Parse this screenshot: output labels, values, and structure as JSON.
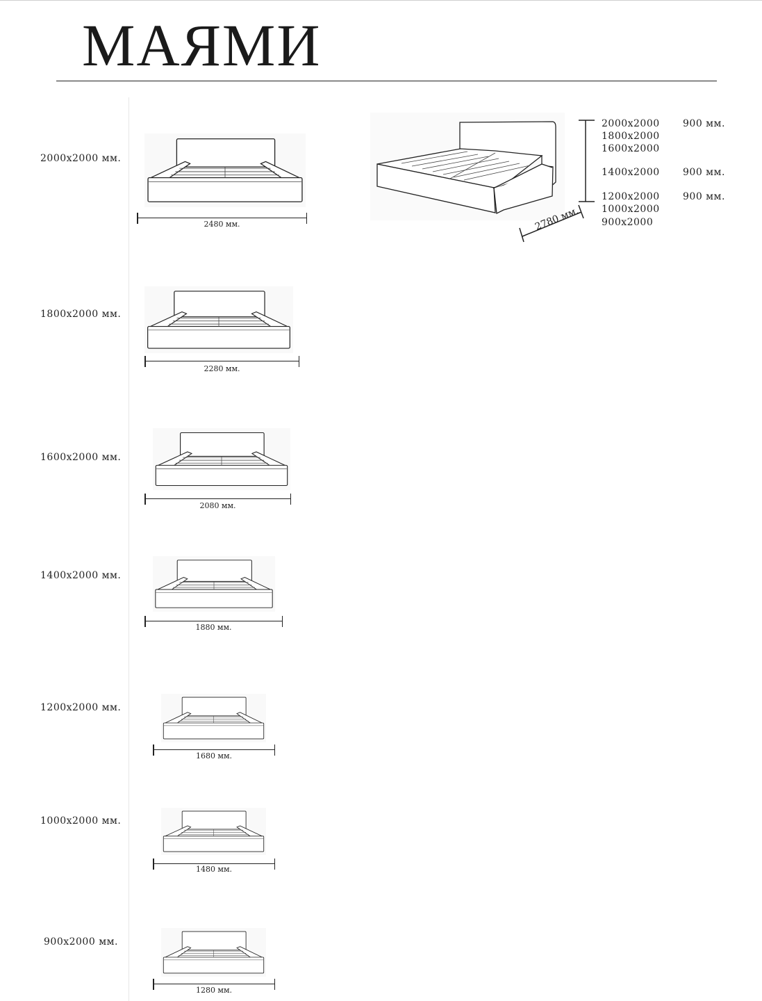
{
  "title": "МАЯМИ",
  "sizes": [
    {
      "label": "2000x2000 мм.",
      "width": "2480 мм."
    },
    {
      "label": "1800x2000 мм.",
      "width": "2280 мм."
    },
    {
      "label": "1600x2000 мм.",
      "width": "2080 мм."
    },
    {
      "label": "1400x2000 мм.",
      "width": "1880 мм."
    },
    {
      "label": "1200x2000 мм.",
      "width": "1680 мм."
    },
    {
      "label": "1000x2000 мм.",
      "width": "1480 мм."
    },
    {
      "label": "900x2000 мм.",
      "width": "1280 мм."
    }
  ],
  "perspective": {
    "length": "2780 мм.",
    "heights": [
      {
        "size": "2000x2000",
        "height": "900 мм."
      },
      {
        "size": "1800x2000",
        "height": ""
      },
      {
        "size": "1600x2000",
        "height": ""
      },
      {
        "size": "1400x2000",
        "height": "900 мм."
      },
      {
        "size": "1200x2000",
        "height": "900 мм."
      },
      {
        "size": "1000x2000",
        "height": ""
      },
      {
        "size": "900x2000",
        "height": ""
      }
    ]
  }
}
